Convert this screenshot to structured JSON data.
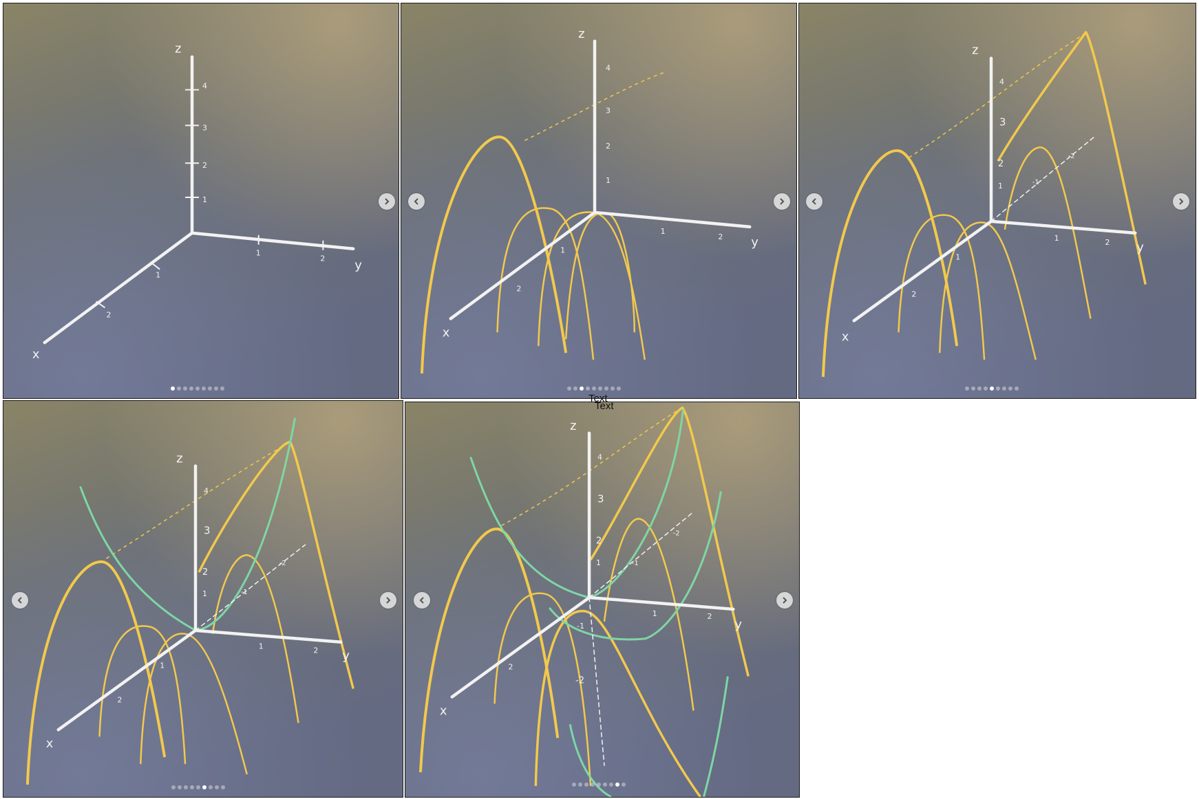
{
  "colors": {
    "axes": "#f2f2f2",
    "yellow_curve": "#f2c94c",
    "green_curve": "#7fd6a4"
  },
  "icons": {
    "prev": "chevron-left-icon",
    "next": "chevron-right-icon"
  },
  "panels": [
    {
      "name": "slide-1",
      "active_dot": 1,
      "dot_count": 9,
      "has_prev": false,
      "has_next": true,
      "labels": {
        "z": "z",
        "y": "y",
        "x": "x",
        "z_ticks": [
          "1",
          "2",
          "3",
          "4"
        ],
        "y_ticks": [
          "1",
          "2"
        ],
        "x_ticks": [
          "1",
          "2"
        ]
      }
    },
    {
      "name": "slide-3",
      "active_dot": 3,
      "dot_count": 9,
      "has_prev": true,
      "has_next": true,
      "labels": {
        "z": "z",
        "y": "y",
        "x": "x",
        "z_ticks": [
          "1",
          "2",
          "3",
          "4"
        ],
        "y_ticks": [
          "1",
          "2"
        ],
        "x_ticks": [
          "1",
          "2"
        ]
      }
    },
    {
      "name": "slide-5",
      "active_dot": 5,
      "dot_count": 9,
      "has_prev": true,
      "has_next": true,
      "labels": {
        "z": "z",
        "y": "y",
        "x": "x",
        "z_ticks": [
          "1",
          "2",
          "3",
          "4"
        ],
        "y_ticks": [
          "1",
          "2"
        ],
        "x_ticks": [
          "1",
          "2"
        ],
        "neg_y_ticks": [
          "-1",
          "-2"
        ]
      }
    },
    {
      "name": "slide-6",
      "active_dot": 6,
      "dot_count": 9,
      "has_prev": true,
      "has_next": true,
      "labels": {
        "z": "z",
        "y": "y",
        "x": "x",
        "z_ticks": [
          "1",
          "2",
          "3",
          "4"
        ],
        "y_ticks": [
          "1",
          "2"
        ],
        "x_ticks": [
          "1",
          "2"
        ],
        "neg_y_ticks": [
          "-1",
          "-2"
        ]
      }
    },
    {
      "name": "slide-8",
      "active_dot": 8,
      "dot_count": 9,
      "has_prev": true,
      "has_next": true,
      "labels": {
        "z": "z",
        "y": "y",
        "x": "x",
        "z_ticks": [
          "1",
          "2",
          "3",
          "4"
        ],
        "y_ticks": [
          "1",
          "2"
        ],
        "x_ticks": [
          "2"
        ],
        "neg_y_ticks": [
          "-1",
          "-2"
        ],
        "neg_z_ticks": [
          "-1",
          "-2"
        ]
      }
    }
  ],
  "overlay": {
    "caption_1": "Text",
    "caption_2": "Text"
  }
}
